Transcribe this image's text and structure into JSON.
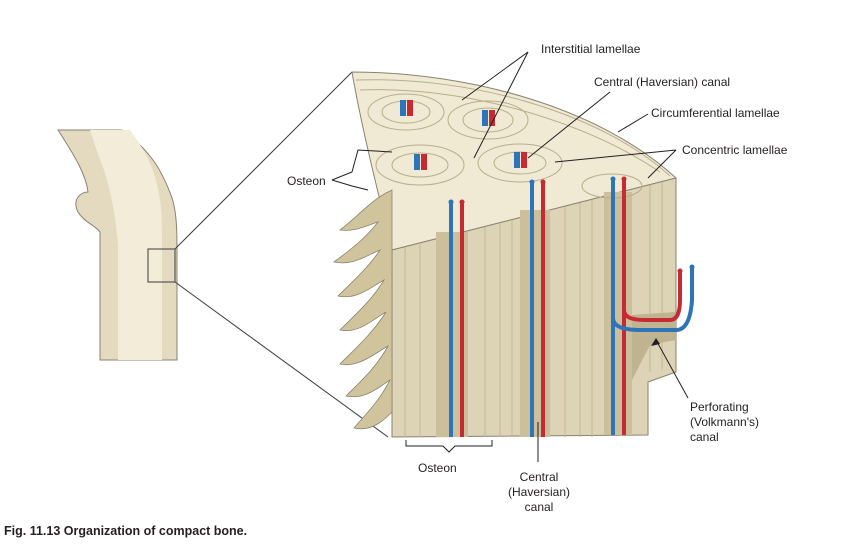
{
  "labels": {
    "interstitial": "Interstitial lamellae",
    "central_top": "Central (Haversian) canal",
    "circumferential": "Circumferential lamellae",
    "concentric": "Concentric lamellae",
    "osteon_left": "Osteon",
    "perforating": [
      "Perforating",
      "(Volkmann's)",
      "canal"
    ],
    "osteon_bottom": "Osteon",
    "central_bottom": [
      "Central",
      "(Haversian)",
      "canal"
    ]
  },
  "caption": {
    "number": "Fig. 11.13",
    "title": "Organization of compact bone."
  },
  "colors": {
    "bone_light": "#ece4cc",
    "bone_mid": "#d8ceb0",
    "bone_dark": "#c3b795",
    "spongy": "#cfc49c",
    "vessel_red": "#c62a32",
    "vessel_blue": "#2d74b8",
    "outline": "#3b3b3b"
  }
}
